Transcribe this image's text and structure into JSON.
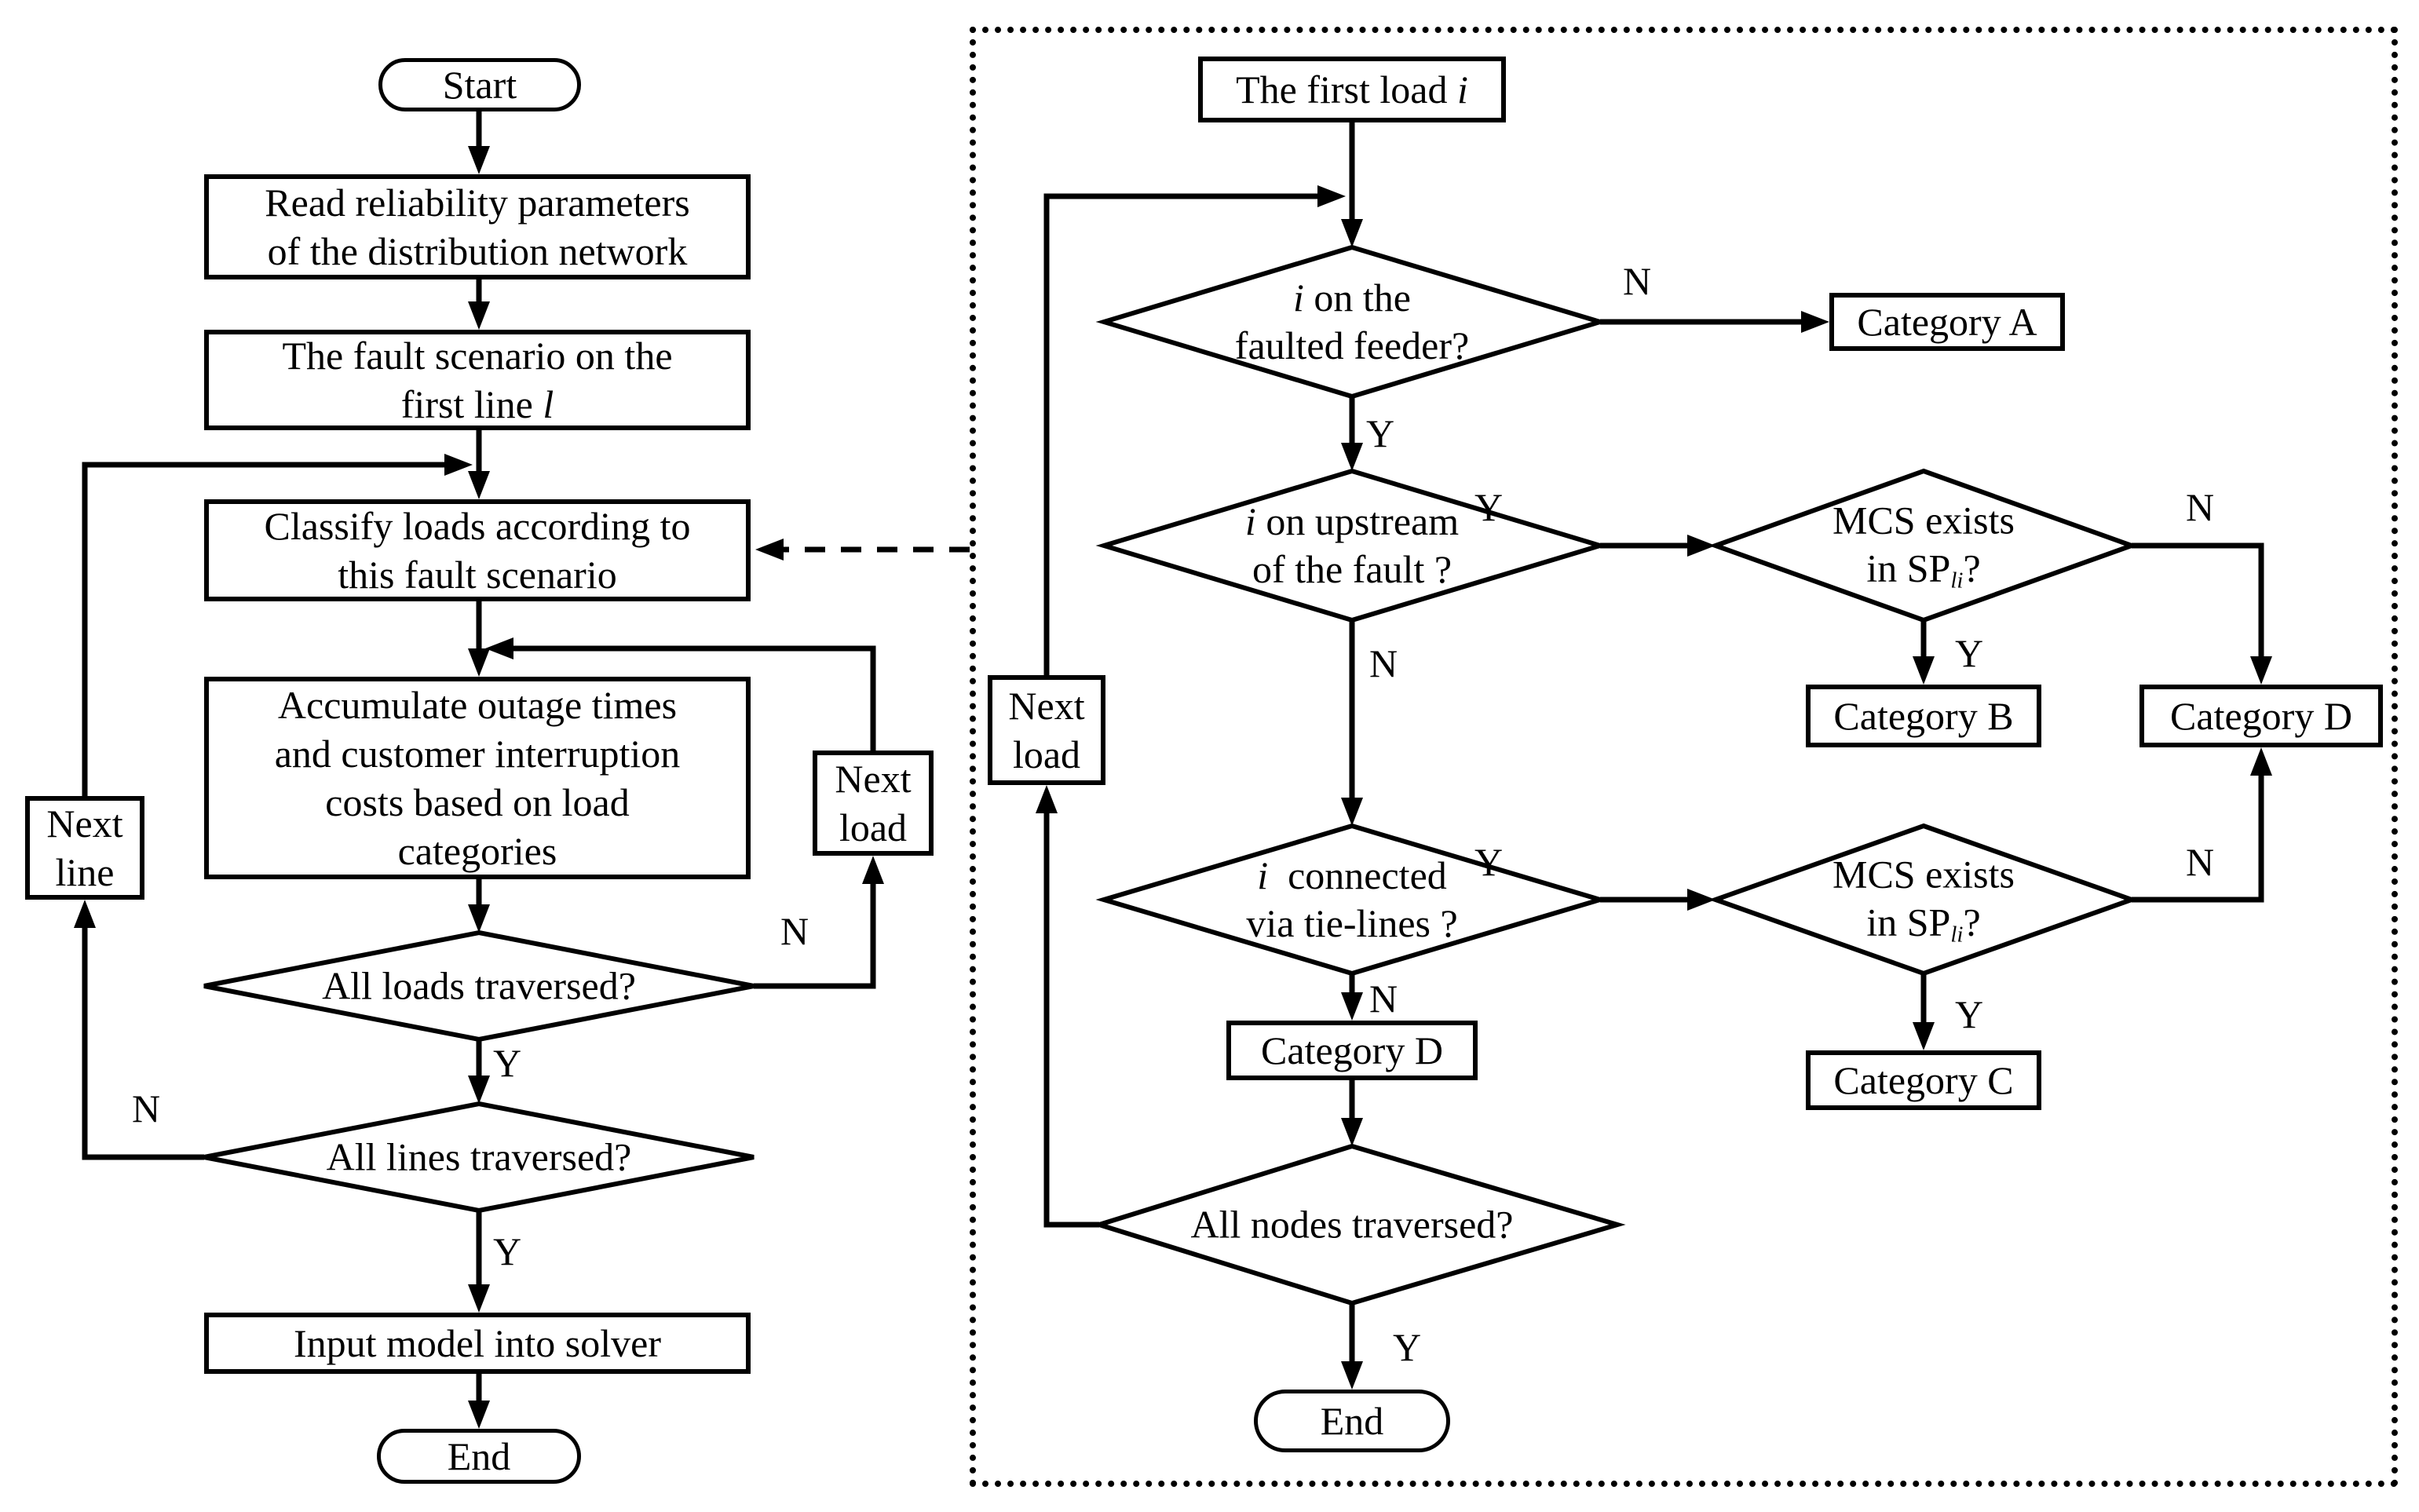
{
  "edge_labels": {
    "yes": "Y",
    "no": "N"
  },
  "left_chart": {
    "start": "Start",
    "read": [
      {
        "t": "Read reliability parameters"
      },
      {
        "br": true
      },
      {
        "t": "of the distribution network"
      }
    ],
    "fault": [
      {
        "t": "The fault scenario on the"
      },
      {
        "br": true
      },
      {
        "t": "first line "
      },
      {
        "t": "l",
        "s": "it"
      }
    ],
    "classify": [
      {
        "t": "Classify loads according to"
      },
      {
        "br": true
      },
      {
        "t": "this fault scenario"
      }
    ],
    "accumulate": [
      {
        "t": "Accumulate outage times"
      },
      {
        "br": true
      },
      {
        "t": "and customer interruption"
      },
      {
        "br": true
      },
      {
        "t": "costs based on load"
      },
      {
        "br": true
      },
      {
        "t": "categories"
      }
    ],
    "all_loads": "All loads traversed?",
    "all_lines": "All lines traversed?",
    "next_load": [
      {
        "t": "Next"
      },
      {
        "br": true
      },
      {
        "t": "load"
      }
    ],
    "next_line": [
      {
        "t": "Next"
      },
      {
        "br": true
      },
      {
        "t": "line"
      }
    ],
    "input_model": "Input model into solver",
    "end": "End"
  },
  "right_chart": {
    "first_load": [
      {
        "t": "The first load "
      },
      {
        "t": "i",
        "s": "it"
      }
    ],
    "q_faulted_feeder": [
      {
        "t": "i",
        "s": "it"
      },
      {
        "t": " on the"
      },
      {
        "br": true
      },
      {
        "t": "faulted feeder?"
      }
    ],
    "q_upstream": [
      {
        "t": "i",
        "s": "it"
      },
      {
        "t": " on upstream"
      },
      {
        "br": true
      },
      {
        "t": "of the fault ?"
      }
    ],
    "q_mcs_upstream": [
      {
        "t": "MCS exists"
      },
      {
        "br": true
      },
      {
        "t": "in SP"
      },
      {
        "t": "li",
        "s": "sub"
      },
      {
        "t": "?"
      }
    ],
    "q_tie_lines": [
      {
        "t": "i",
        "s": "it"
      },
      {
        "t": " connected"
      },
      {
        "br": true
      },
      {
        "t": "via tie-lines ?"
      }
    ],
    "q_mcs_tie": [
      {
        "t": "MCS exists"
      },
      {
        "br": true
      },
      {
        "t": "in SP"
      },
      {
        "t": "li",
        "s": "sub"
      },
      {
        "t": "?"
      }
    ],
    "q_all_nodes": "All nodes traversed?",
    "category_a": "Category A",
    "category_b": "Category B",
    "category_c": "Category C",
    "category_d_right": "Category D",
    "category_d_mid": "Category D",
    "next_load": [
      {
        "t": "Next"
      },
      {
        "br": true
      },
      {
        "t": "load"
      }
    ],
    "end": "End"
  }
}
